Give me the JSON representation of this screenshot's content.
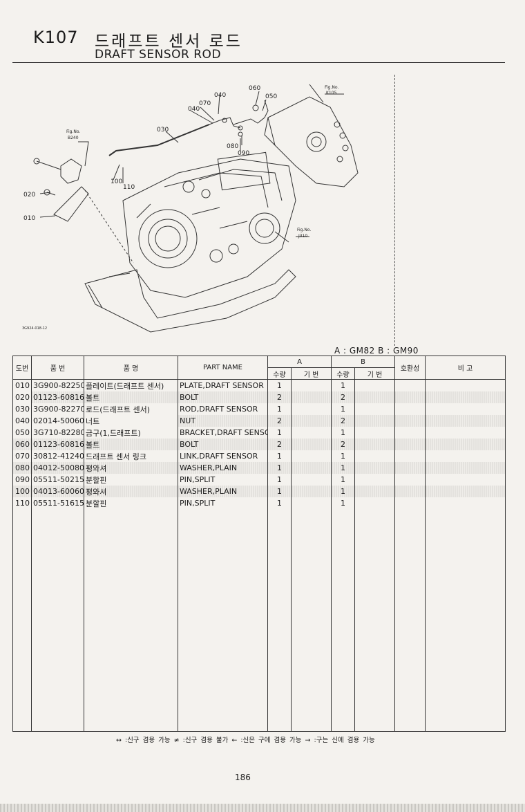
{
  "header": {
    "page_code": "K107",
    "title_kr": "드래프트 센서 로드",
    "title_en": "DRAFT SENSOR ROD"
  },
  "diagram": {
    "callouts": [
      "060",
      "040",
      "050",
      "070",
      "040",
      "030",
      "080",
      "090",
      "100",
      "110",
      "020",
      "010"
    ],
    "fig_refs": [
      {
        "label": "Fig.No.",
        "no": "K105"
      },
      {
        "label": "Fig.No.",
        "no": "B240"
      },
      {
        "label": "Fig.No.",
        "no": "J310"
      }
    ],
    "drawing_code": "3G924-018-12"
  },
  "models": "A : GM82   B : GM90",
  "table": {
    "headers": {
      "ref": "도번",
      "part_no": "품 번",
      "name_kr": "품 명",
      "part_name": "PART NAME",
      "group_a": "A",
      "group_b": "B",
      "qty_a": "수량",
      "code_a": "기 번",
      "qty_b": "수량",
      "code_b": "기 번",
      "interchange": "호환성",
      "remarks": "비 고"
    },
    "rows": [
      {
        "ref": "010",
        "part_no": "3G900-82250",
        "name_kr": "플레이트(드래프트 센서)",
        "part_name": "PLATE,DRAFT SENSOR",
        "qty_a": "1",
        "qty_b": "1"
      },
      {
        "ref": "020",
        "part_no": "01123-60816",
        "name_kr": "볼트",
        "part_name": "BOLT",
        "qty_a": "2",
        "qty_b": "2"
      },
      {
        "ref": "030",
        "part_no": "3G900-82270",
        "name_kr": "로드(드래프트 센서)",
        "part_name": "ROD,DRAFT SENSOR",
        "qty_a": "1",
        "qty_b": "1"
      },
      {
        "ref": "040",
        "part_no": "02014-50060",
        "name_kr": "너트",
        "part_name": "NUT",
        "qty_a": "2",
        "qty_b": "2"
      },
      {
        "ref": "050",
        "part_no": "3G710-82280",
        "name_kr": "금구(1,드래프트)",
        "part_name": "BRACKET,DRAFT SENSO",
        "qty_a": "1",
        "qty_b": "1"
      },
      {
        "ref": "060",
        "part_no": "01123-60816",
        "name_kr": "볼트",
        "part_name": "BOLT",
        "qty_a": "2",
        "qty_b": "2"
      },
      {
        "ref": "070",
        "part_no": "30812-41240",
        "name_kr": "드래프트 센서 링크",
        "part_name": "LINK,DRAFT SENSOR",
        "qty_a": "1",
        "qty_b": "1"
      },
      {
        "ref": "080",
        "part_no": "04012-50080",
        "name_kr": "평와셔",
        "part_name": "WASHER,PLAIN",
        "qty_a": "1",
        "qty_b": "1"
      },
      {
        "ref": "090",
        "part_no": "05511-50215",
        "name_kr": "분할핀",
        "part_name": "PIN,SPLIT",
        "qty_a": "1",
        "qty_b": "1"
      },
      {
        "ref": "100",
        "part_no": "04013-60060",
        "name_kr": "평와셔",
        "part_name": "WASHER,PLAIN",
        "qty_a": "1",
        "qty_b": "1"
      },
      {
        "ref": "110",
        "part_no": "05511-51615",
        "name_kr": "분할핀",
        "part_name": "PIN,SPLIT",
        "qty_a": "1",
        "qty_b": "1"
      }
    ]
  },
  "legend": "↔ :신구 겸용 가능    ≠ :신구 겸용 불가    ← :신은 구에 겸용 가능    → :구는 신에 겸용 가능",
  "page_number": "186"
}
